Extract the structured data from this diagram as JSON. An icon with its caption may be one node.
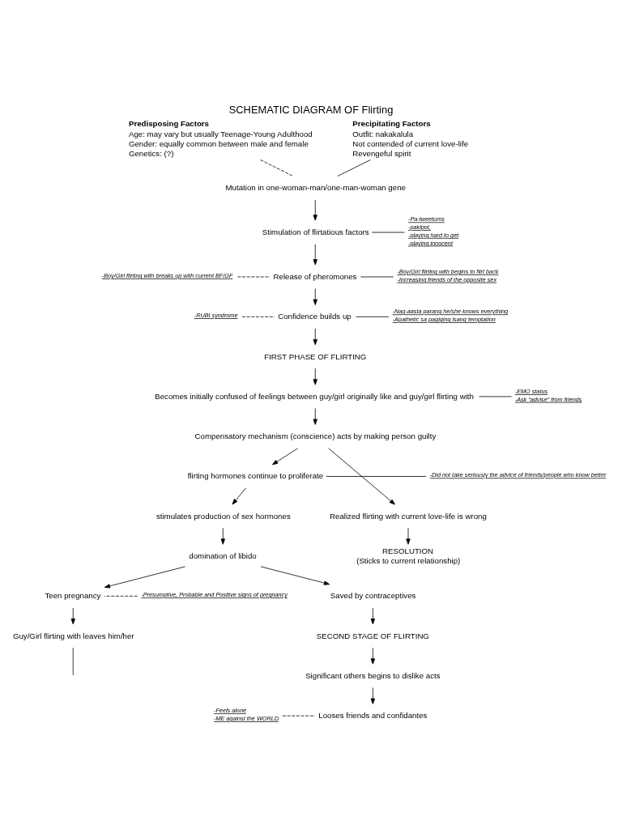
{
  "diagram": {
    "title": "SCHEMATIC DIAGRAM OF Flirting",
    "nodes": [
      {
        "text": [
          "Predisposing Factors",
          "Age: may vary but usually Teenage-Young Adulthood",
          "Gender: equally common between male and female",
          "Genetics: (?)"
        ]
      },
      {
        "text": [
          "Precipitating Factors",
          "Outfit: nakakalula",
          "Not contended of current love-life",
          "Revengeful spirit"
        ]
      },
      {
        "text": [
          "Mutation in one-woman-man/one-man-woman gene"
        ]
      },
      {
        "text": [
          "Stimulation of flirtatious factors"
        ]
      },
      {
        "text": [
          "-Pa-tweetums",
          "-pakipot,",
          "-playing hard to get",
          "-playing innocent"
        ]
      },
      {
        "text": [
          "-Boy/Girl flirting with breaks up with current BF/GF"
        ]
      },
      {
        "text": [
          "Release of pheromones"
        ]
      },
      {
        "text": [
          "-Boy/Girl flirting with begins to flirt back",
          "-Increasing friends of the opposite sex"
        ]
      },
      {
        "text": [
          "-RUBI syndrome"
        ]
      },
      {
        "text": [
          "Confidence builds up"
        ]
      },
      {
        "text": [
          "-Nag-aasta parang he/she knows everything",
          "-Apathetic sa pagiging isang temptation"
        ]
      },
      {
        "text": [
          "FIRST PHASE OF FLIRTING"
        ]
      },
      {
        "text": [
          "Becomes initially confused of feelings between guy/girl originally like and guy/girl flirting with"
        ]
      },
      {
        "text": [
          "-EMO status",
          "-Ask “advise” from friends"
        ]
      },
      {
        "text": [
          "Compensatory mechanism (conscience) acts by making person guilty"
        ]
      },
      {
        "text": [
          "flirting hormones continue to proliferate"
        ]
      },
      {
        "text": [
          "-Did not take seriously the advice of friends/people who know better"
        ]
      },
      {
        "text": [
          "Realized flirting with current love-life is wrong"
        ]
      },
      {
        "text": [
          "RESOLUTION",
          "(Sticks to current relationship)"
        ]
      },
      {
        "text": [
          "stimulates production of sex hormones"
        ]
      },
      {
        "text": [
          "domination of libido"
        ]
      },
      {
        "text": [
          "-Presumptive, Probable and Positive signs of pregnancy"
        ]
      },
      {
        "text": [
          "Teen pregnancy"
        ]
      },
      {
        "text": [
          "Saved by contraceptives"
        ]
      },
      {
        "text": [
          "Guy/Girl flirting with leaves him/her"
        ]
      },
      {
        "text": [
          "SECOND STAGE OF FLIRTING"
        ]
      },
      {
        "text": [
          "Significant others begins to dislike acts"
        ]
      },
      {
        "text": [
          "-Feels alone",
          "-ME against the WORLD"
        ]
      },
      {
        "text": [
          "Looses friends and confidantes"
        ]
      }
    ],
    "edges": [
      {
        "from": 0,
        "to": 2,
        "arrow": "none",
        "style": "dashed"
      },
      {
        "from": 1,
        "to": 2,
        "arrow": "none"
      },
      {
        "from": 2,
        "to": 3,
        "arrow": "to"
      },
      {
        "from": 3,
        "to": 4,
        "arrow": "none"
      },
      {
        "from": 3,
        "to": 6,
        "arrow": "to"
      },
      {
        "from": 5,
        "to": 6,
        "arrow": "none",
        "style": "dashed"
      },
      {
        "from": 6,
        "to": 7,
        "arrow": "none"
      },
      {
        "from": 6,
        "to": 9,
        "arrow": "to"
      },
      {
        "from": 8,
        "to": 9,
        "arrow": "none",
        "style": "dashed"
      },
      {
        "from": 9,
        "to": 10,
        "arrow": "none"
      },
      {
        "from": 9,
        "to": 11,
        "arrow": "to"
      },
      {
        "from": 11,
        "to": 12,
        "arrow": "to"
      },
      {
        "from": 12,
        "to": 13,
        "arrow": "none"
      },
      {
        "from": 12,
        "to": 14,
        "arrow": "to"
      },
      {
        "from": 14,
        "to": 17,
        "arrow": "to"
      },
      {
        "from": 14,
        "to": 15,
        "arrow": "to"
      },
      {
        "from": 15,
        "to": 16,
        "arrow": "none"
      },
      {
        "from": 17,
        "to": 18,
        "arrow": "to"
      },
      {
        "from": 15,
        "to": 19,
        "arrow": "to"
      },
      {
        "from": 19,
        "to": 20,
        "arrow": "to"
      },
      {
        "from": 20,
        "to": 22,
        "arrow": "to"
      },
      {
        "from": 20,
        "to": 23,
        "arrow": "to"
      },
      {
        "from": 21,
        "to": 22,
        "arrow": "none",
        "style": "dashed"
      },
      {
        "from": 22,
        "to": 24,
        "arrow": "to"
      },
      {
        "from": 23,
        "to": 25,
        "arrow": "to"
      },
      {
        "from": 25,
        "to": 26,
        "arrow": "to"
      },
      {
        "from": 26,
        "to": 28,
        "arrow": "to"
      },
      {
        "from": 27,
        "to": 28,
        "arrow": "none",
        "style": "dashed"
      },
      {
        "from": 24,
        "to": null,
        "arrow": "none"
      }
    ]
  }
}
